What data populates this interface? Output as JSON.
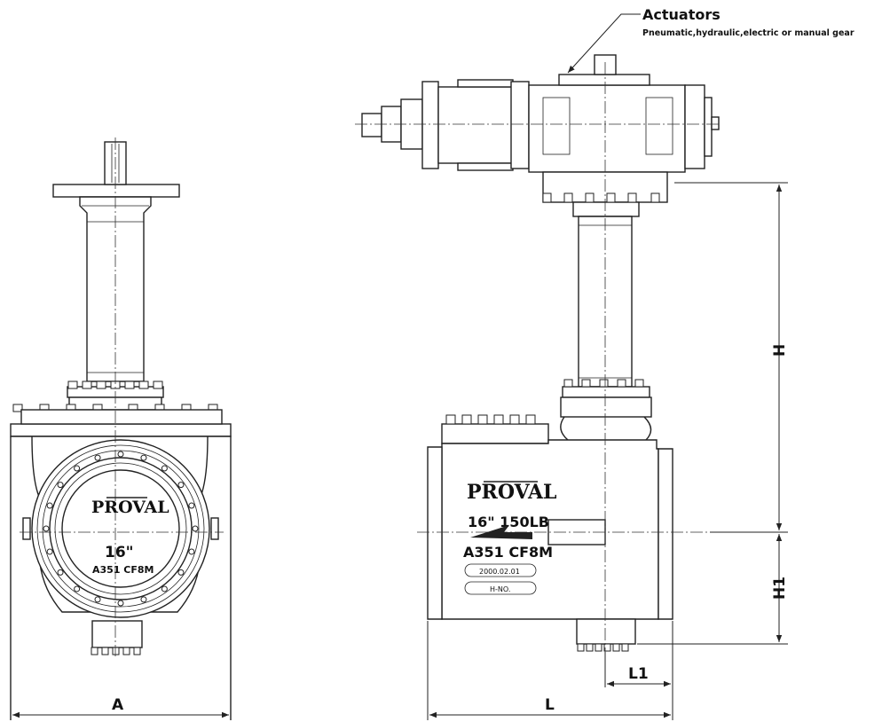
{
  "callout": {
    "title": "Actuators",
    "subtitle": "Pneumatic,hydraulic,electric or manual gear"
  },
  "front_view": {
    "brand": "PROVAL",
    "size": "16\"",
    "material": "A351 CF8M"
  },
  "side_view": {
    "brand": "PROVAL",
    "rating": "16\" 150LB",
    "material": "A351 CF8M",
    "date_plate": "2000.02.01",
    "heat_plate": "H-NO."
  },
  "dimensions": {
    "A": "A",
    "L": "L",
    "L1": "L1",
    "H": "H",
    "H1": "H1"
  }
}
